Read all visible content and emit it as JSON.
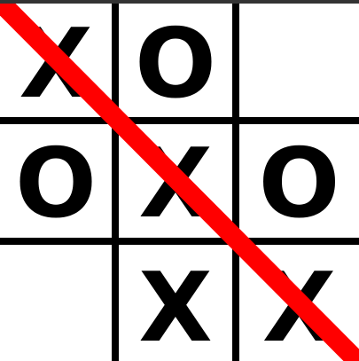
{
  "board": {
    "cells": [
      [
        "X",
        "O",
        ""
      ],
      [
        "O",
        "X",
        "O"
      ],
      [
        "",
        "X",
        "X"
      ]
    ],
    "winning_line": {
      "type": "diagonal",
      "from": "top-left",
      "to": "bottom-right",
      "color": "#ff0000"
    },
    "grid_color": "#000000",
    "mark_color": "#000000",
    "background_color": "#ffffff"
  }
}
